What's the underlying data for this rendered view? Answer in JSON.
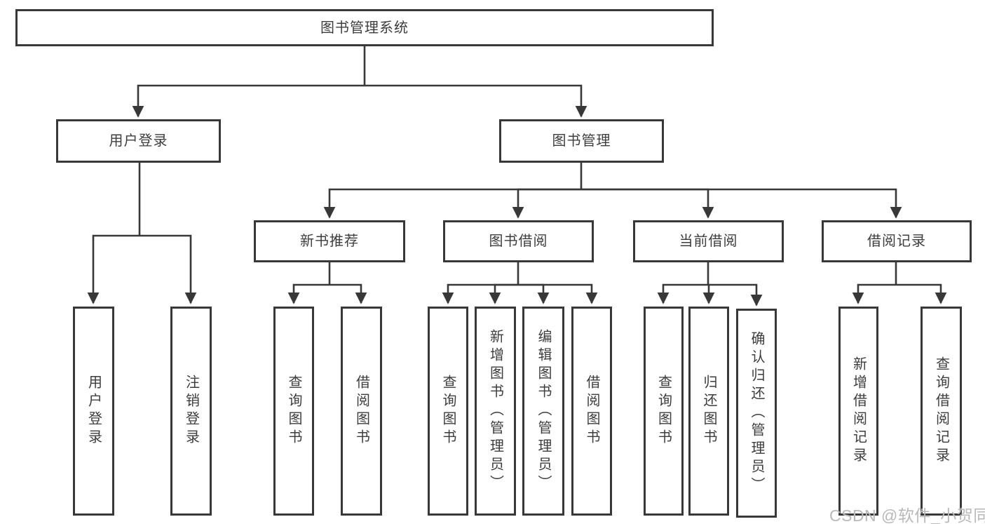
{
  "diagram": {
    "root": {
      "label": "图书管理系统"
    },
    "level2": [
      {
        "id": "user-login",
        "label": "用户登录"
      },
      {
        "id": "book-management",
        "label": "图书管理"
      }
    ],
    "level3": [
      {
        "id": "new-book-recommend",
        "label": "新书推荐",
        "parent": "book-management"
      },
      {
        "id": "book-borrowing",
        "label": "图书借阅",
        "parent": "book-management"
      },
      {
        "id": "current-borrowing",
        "label": "当前借阅",
        "parent": "book-management"
      },
      {
        "id": "borrowing-records",
        "label": "借阅记录",
        "parent": "book-management"
      }
    ],
    "leaves": [
      {
        "id": "user-login-leaf",
        "label": "用户登录",
        "parent": "user-login"
      },
      {
        "id": "logout-leaf",
        "label": "注销登录",
        "parent": "user-login"
      },
      {
        "id": "query-books-1",
        "label": "查询图书",
        "parent": "new-book-recommend"
      },
      {
        "id": "borrow-books-1",
        "label": "借阅图书",
        "parent": "new-book-recommend"
      },
      {
        "id": "query-books-2",
        "label": "查询图书",
        "parent": "book-borrowing"
      },
      {
        "id": "add-books-admin",
        "label": "新增图书（管理员）",
        "parent": "book-borrowing"
      },
      {
        "id": "edit-books-admin",
        "label": "编辑图书（管理员）",
        "parent": "book-borrowing"
      },
      {
        "id": "borrow-books-2",
        "label": "借阅图书",
        "parent": "book-borrowing"
      },
      {
        "id": "query-books-3",
        "label": "查询图书",
        "parent": "current-borrowing"
      },
      {
        "id": "return-books",
        "label": "归还图书",
        "parent": "current-borrowing"
      },
      {
        "id": "confirm-return-admin",
        "label": "确认归还（管理员）",
        "parent": "current-borrowing"
      },
      {
        "id": "add-borrow-record",
        "label": "新增借阅记录",
        "parent": "borrowing-records"
      },
      {
        "id": "query-borrow-record",
        "label": "查询借阅记录",
        "parent": "borrowing-records"
      }
    ]
  },
  "watermark": {
    "text": "CSDN @软件_小贺同学"
  },
  "colors": {
    "line": "#383838",
    "box_border": "#383838",
    "text": "#3d3d3d",
    "watermark": "#b9b9b9",
    "background": "#ffffff"
  }
}
